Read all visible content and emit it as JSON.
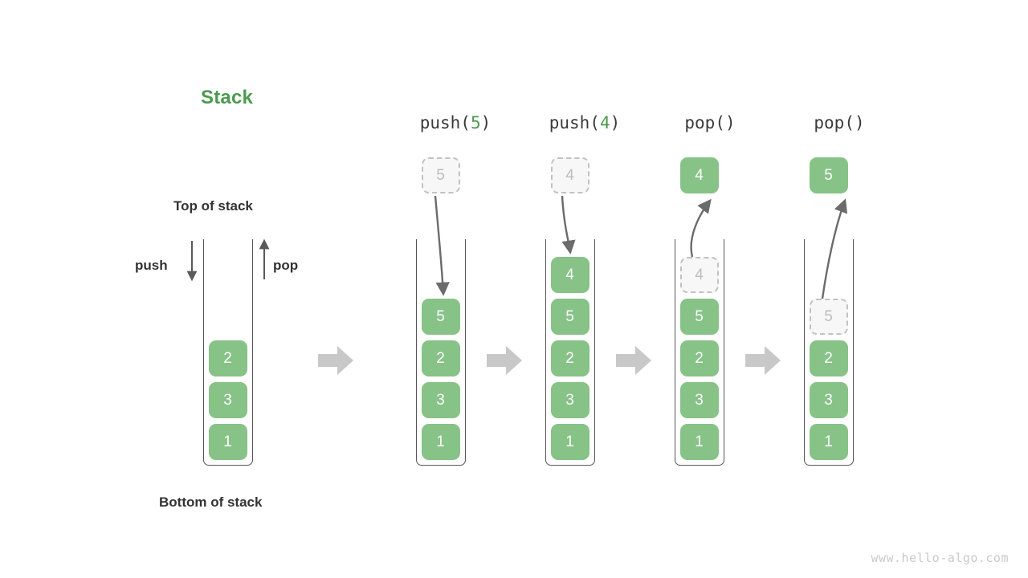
{
  "diagram": {
    "title": "Stack",
    "title_color": "#4c9a4f",
    "node_color": "#87c287",
    "ghost_color": "#f7f7f7",
    "arrow_color": "#c8c8c8",
    "labels": {
      "top_of_stack": "Top of stack",
      "bottom_of_stack": "Bottom of stack",
      "push": "push",
      "pop": "pop"
    },
    "watermark": "www.hello-algo.com",
    "columns": [
      {
        "id": "initial",
        "caption": null,
        "stack": [
          "2",
          "3",
          "1"
        ],
        "floating_node": null,
        "ghost_index": null
      },
      {
        "id": "push-5",
        "caption_fn": "push",
        "caption_arg": "5",
        "caption_open": "(",
        "caption_close": ")",
        "stack": [
          "5",
          "2",
          "3",
          "1"
        ],
        "floating_node": "5",
        "floating_style": "ghost",
        "ghost_index": null
      },
      {
        "id": "push-4",
        "caption_fn": "push",
        "caption_arg": "4",
        "caption_open": "(",
        "caption_close": ")",
        "stack": [
          "4",
          "5",
          "2",
          "3",
          "1"
        ],
        "floating_node": "4",
        "floating_style": "ghost",
        "ghost_index": null
      },
      {
        "id": "pop-1",
        "caption_fn": "pop",
        "caption_arg": "",
        "caption_open": "(",
        "caption_close": ")",
        "stack": [
          "4",
          "5",
          "2",
          "3",
          "1"
        ],
        "floating_node": "4",
        "floating_style": "solid",
        "ghost_index": 0
      },
      {
        "id": "pop-2",
        "caption_fn": "pop",
        "caption_arg": "",
        "caption_open": "(",
        "caption_close": ")",
        "stack": [
          "5",
          "2",
          "3",
          "1"
        ],
        "floating_node": "5",
        "floating_style": "solid",
        "ghost_index": 0
      }
    ]
  }
}
